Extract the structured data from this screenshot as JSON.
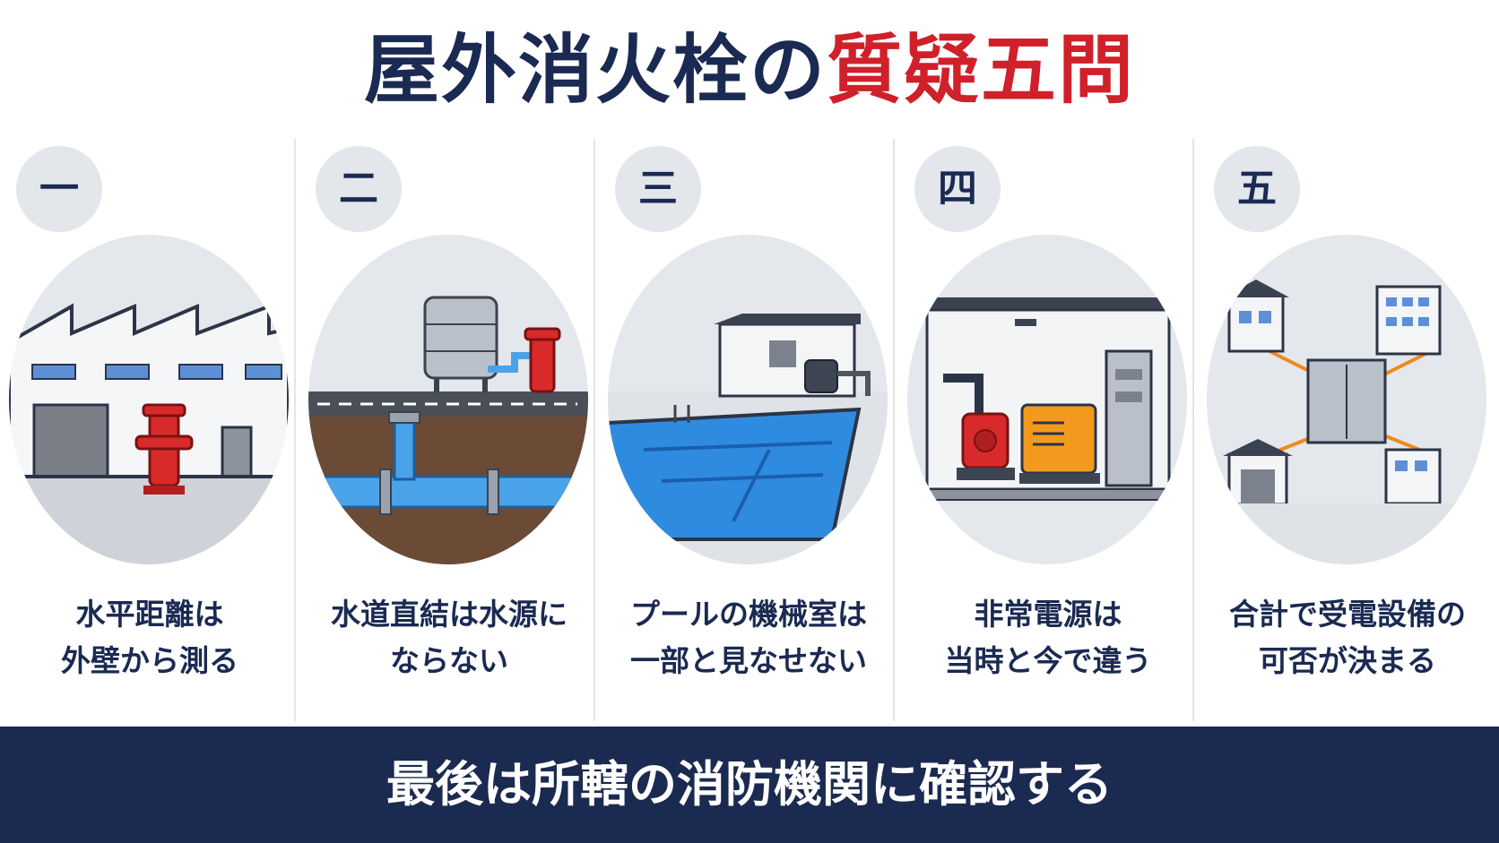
{
  "title": {
    "part1": "屋外消火栓の",
    "part2": "質疑五問"
  },
  "panels": [
    {
      "number": "一",
      "line1": "水平距離は",
      "line2": "外壁から測る"
    },
    {
      "number": "二",
      "line1": "水道直結は水源に",
      "line2": "ならない"
    },
    {
      "number": "三",
      "line1": "プールの機械室は",
      "line2": "一部と見なせない"
    },
    {
      "number": "四",
      "line1": "非常電源は",
      "line2": "当時と今で違う"
    },
    {
      "number": "五",
      "line1": "合計で受電設備の",
      "line2": "可否が決まる"
    }
  ],
  "footer": {
    "text": "最後は所轄の消防機関に確認する"
  },
  "colors": {
    "navy": "#1a2a52",
    "red": "#d0202a",
    "badge_bg": "#e3e6ea",
    "footer_bg": "#1b2a50"
  }
}
